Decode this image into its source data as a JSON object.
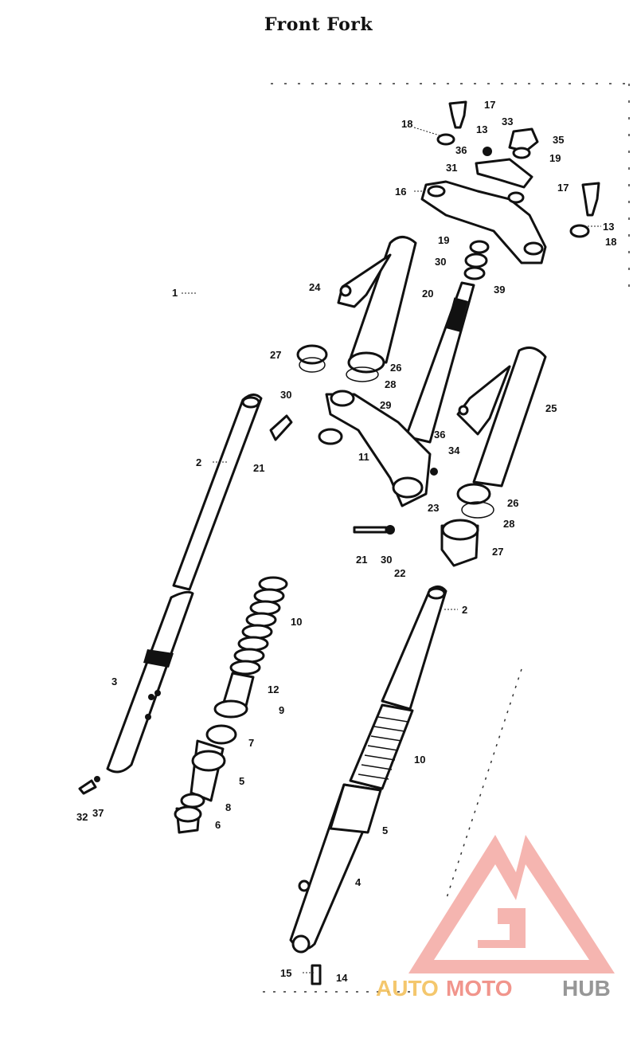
{
  "title": "Front Fork",
  "watermark": {
    "text_auto": "AUTO",
    "text_moto": "MOTO",
    "text_hub": "HUB",
    "colors": {
      "auto": "#f3c15e",
      "moto": "#f08a80",
      "hub": "#8c8c8c",
      "logo": "#f5aea8"
    }
  },
  "callouts": [
    {
      "id": "c1",
      "text": "1"
    },
    {
      "id": "c2a",
      "text": "2"
    },
    {
      "id": "c2b",
      "text": "2"
    },
    {
      "id": "c3",
      "text": "3"
    },
    {
      "id": "c4",
      "text": "4"
    },
    {
      "id": "c5a",
      "text": "5"
    },
    {
      "id": "c5b",
      "text": "5"
    },
    {
      "id": "c6",
      "text": "6"
    },
    {
      "id": "c7",
      "text": "7"
    },
    {
      "id": "c8",
      "text": "8"
    },
    {
      "id": "c9",
      "text": "9"
    },
    {
      "id": "c10a",
      "text": "10"
    },
    {
      "id": "c10b",
      "text": "10"
    },
    {
      "id": "c11",
      "text": "11"
    },
    {
      "id": "c12",
      "text": "12"
    },
    {
      "id": "c13a",
      "text": "13"
    },
    {
      "id": "c13b",
      "text": "13"
    },
    {
      "id": "c14",
      "text": "14"
    },
    {
      "id": "c15",
      "text": "15"
    },
    {
      "id": "c16",
      "text": "16"
    },
    {
      "id": "c17a",
      "text": "17"
    },
    {
      "id": "c17b",
      "text": "17"
    },
    {
      "id": "c18a",
      "text": "18"
    },
    {
      "id": "c18b",
      "text": "18"
    },
    {
      "id": "c19a",
      "text": "19"
    },
    {
      "id": "c19b",
      "text": "19"
    },
    {
      "id": "c20",
      "text": "20"
    },
    {
      "id": "c21a",
      "text": "21"
    },
    {
      "id": "c21b",
      "text": "21"
    },
    {
      "id": "c22",
      "text": "22"
    },
    {
      "id": "c23",
      "text": "23"
    },
    {
      "id": "c24",
      "text": "24"
    },
    {
      "id": "c25",
      "text": "25"
    },
    {
      "id": "c26a",
      "text": "26"
    },
    {
      "id": "c26b",
      "text": "26"
    },
    {
      "id": "c27a",
      "text": "27"
    },
    {
      "id": "c27b",
      "text": "27"
    },
    {
      "id": "c28a",
      "text": "28"
    },
    {
      "id": "c28b",
      "text": "28"
    },
    {
      "id": "c29",
      "text": "29"
    },
    {
      "id": "c30a",
      "text": "30"
    },
    {
      "id": "c30b",
      "text": "30"
    },
    {
      "id": "c30c",
      "text": "30"
    },
    {
      "id": "c31",
      "text": "31"
    },
    {
      "id": "c32",
      "text": "32"
    },
    {
      "id": "c33",
      "text": "33"
    },
    {
      "id": "c34",
      "text": "34"
    },
    {
      "id": "c35",
      "text": "35"
    },
    {
      "id": "c36a",
      "text": "36"
    },
    {
      "id": "c36b",
      "text": "36"
    },
    {
      "id": "c37",
      "text": "37"
    },
    {
      "id": "c39",
      "text": "39"
    }
  ]
}
